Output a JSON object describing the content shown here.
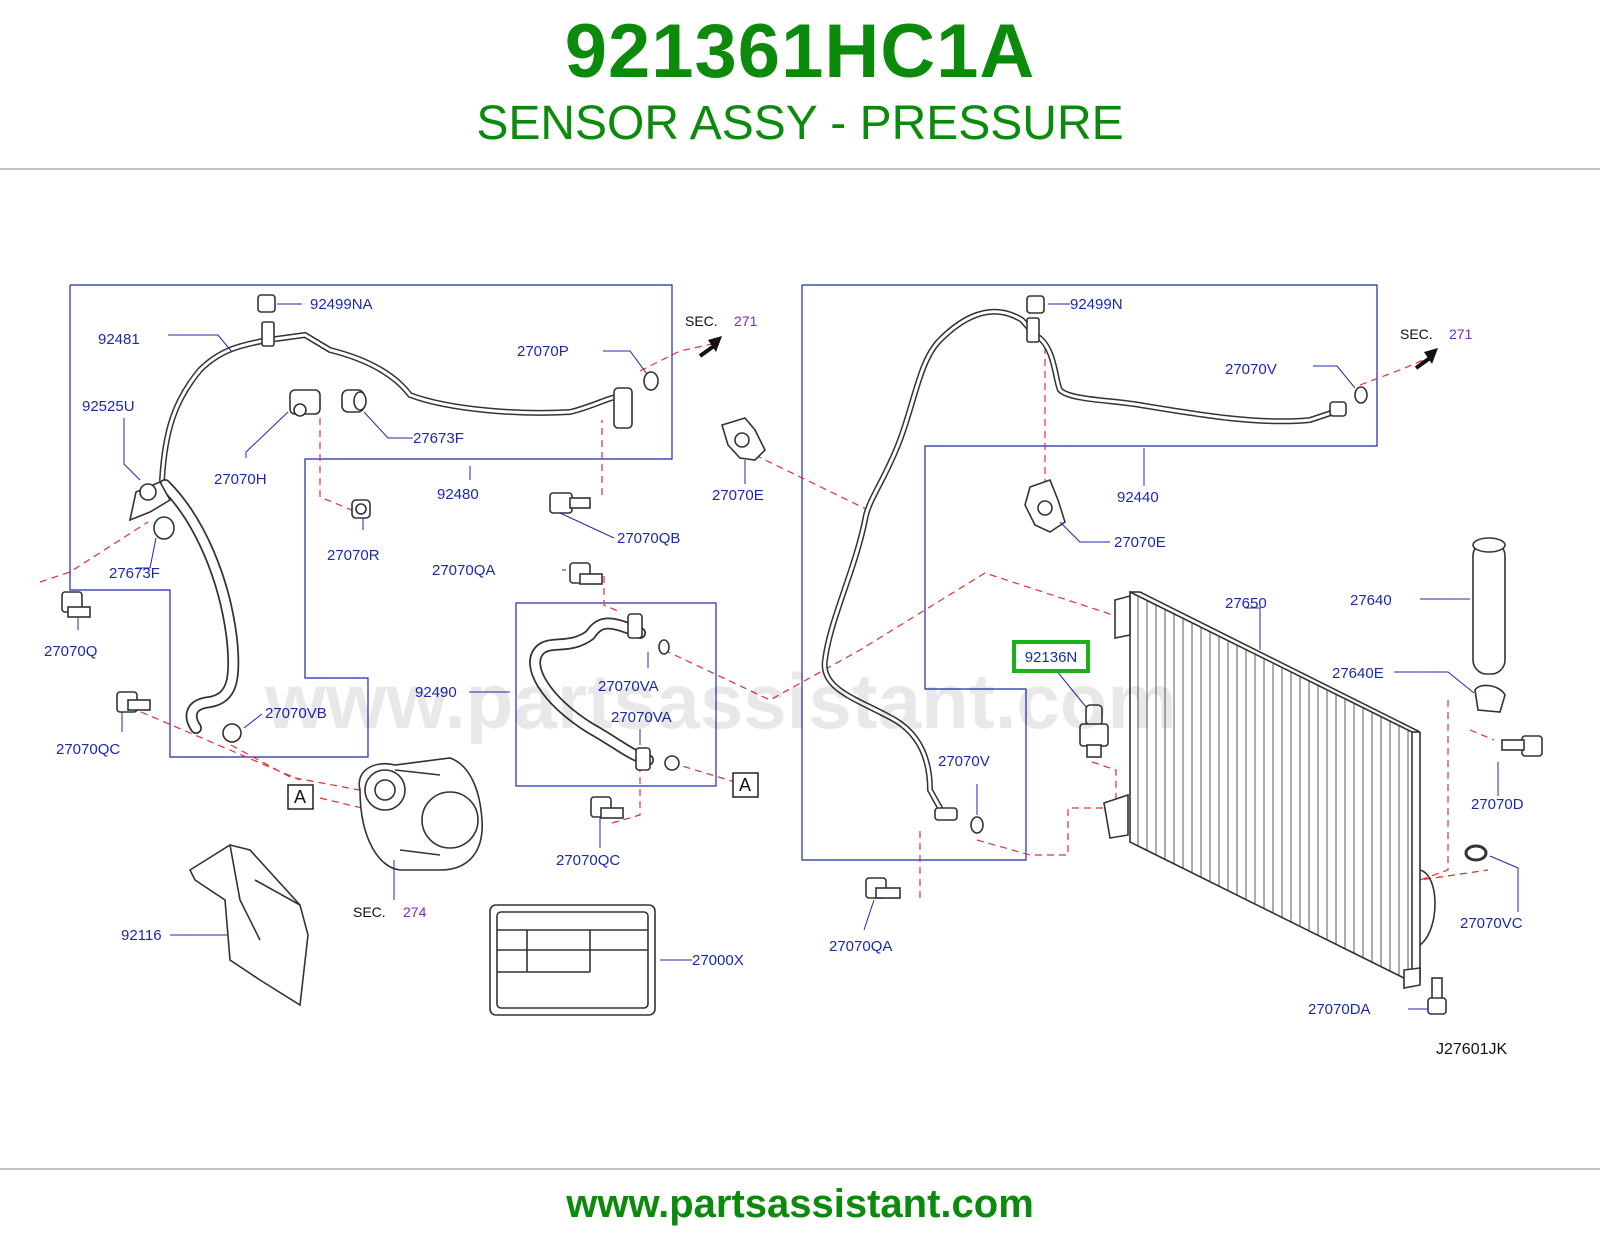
{
  "header": {
    "part_number": "921361HC1A",
    "description": "SENSOR ASSY - PRESSURE"
  },
  "diagram": {
    "watermark": "www.partsassistant.com",
    "code": "J27601JK",
    "highlighted_part": "92136N",
    "colors": {
      "brand_green": "#0b8a0b",
      "callout_blue": "#1c2aa8",
      "dashed_red": "#e03030",
      "highlight": "#17b317"
    },
    "sections": [
      {
        "prefix": "SEC.",
        "number": "271"
      },
      {
        "prefix": "SEC.",
        "number": "271"
      },
      {
        "prefix": "SEC.",
        "number": "274"
      }
    ],
    "markers": [
      "A",
      "A"
    ],
    "callouts": [
      "92499NA",
      "92481",
      "27070P",
      "92525U",
      "27673F",
      "27070H",
      "92480",
      "27673F",
      "27070R",
      "27070QB",
      "27070Q",
      "27070QA",
      "27070E",
      "92490",
      "27070VA",
      "27070VA",
      "27070VB",
      "27070QC",
      "27070QC",
      "92116",
      "27000X",
      "92499N",
      "27070V",
      "92440",
      "27070E",
      "27650",
      "27640",
      "27640E",
      "27070D",
      "27070V",
      "27070VC",
      "27070QA",
      "27070DA"
    ]
  },
  "footer": {
    "url": "www.partsassistant.com"
  }
}
